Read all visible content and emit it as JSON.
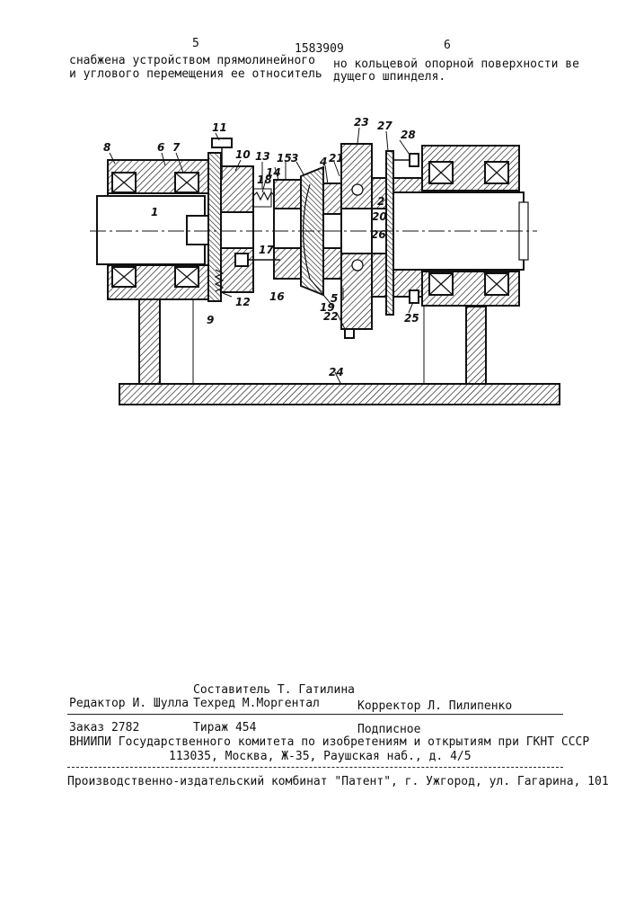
{
  "header": {
    "page_left": "5",
    "patent_number": "1583909",
    "page_right": "6",
    "left_col": [
      "снабжена устройством прямолинейного",
      "и углового перемещения ее относитель"
    ],
    "right_col": [
      "но кольцевой опорной поверхности ве",
      "дущего шпинделя."
    ]
  },
  "drawing_labels": [
    "8",
    "6",
    "7",
    "1",
    "11",
    "10",
    "13",
    "18",
    "14",
    "15",
    "3",
    "4",
    "21",
    "23",
    "27",
    "28",
    "2",
    "20",
    "26",
    "17",
    "16",
    "12",
    "9",
    "5",
    "19",
    "22",
    "25",
    "24"
  ],
  "footer": {
    "compiler": "Составитель Т. Гатилина",
    "editor": "Редактор И. Шулла",
    "techred": "Техред М.Моргентал",
    "corrector": "Корректор Л. Пилипенко",
    "order": "Заказ 2782",
    "circulation": "Тираж 454",
    "subscription": "Подписное",
    "vniipi": "ВНИИПИ Государственного комитета по изобретениям и открытиям при ГКНТ СССР",
    "address": "113035, Москва, Ж-35, Раушская наб., д. 4/5",
    "publisher": "Производственно-издательский комбинат \"Патент\", г. Ужгород, ул. Гагарина, 101"
  }
}
